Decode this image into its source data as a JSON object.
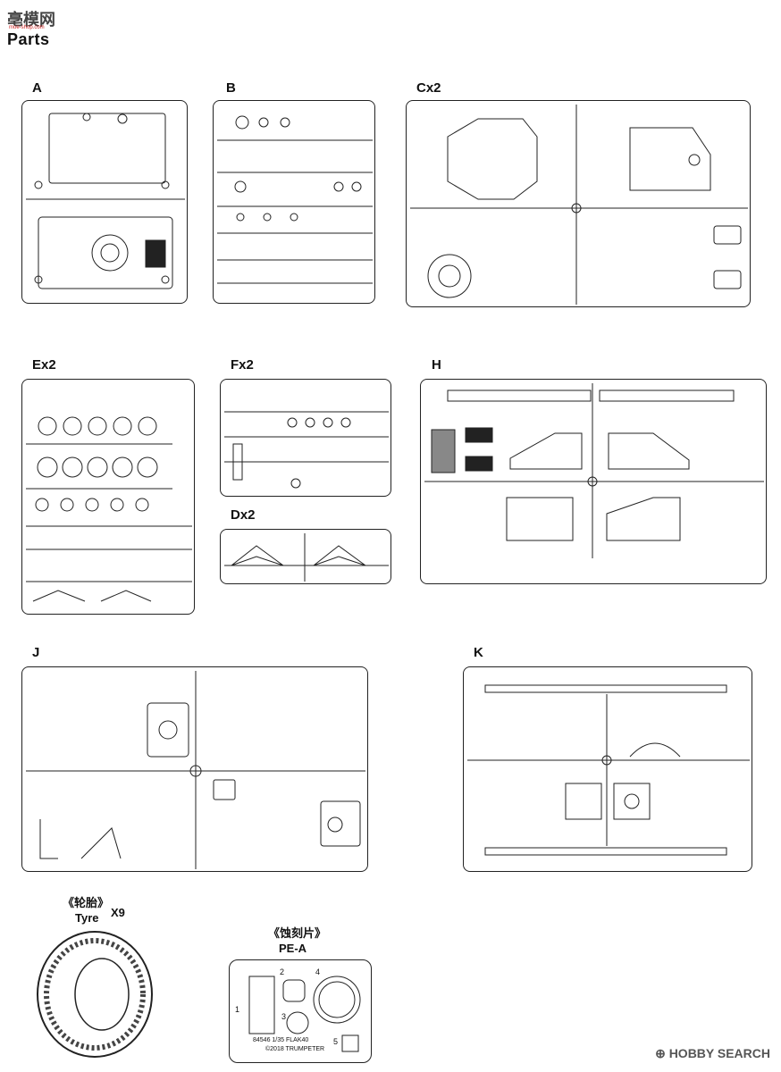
{
  "header": {
    "logo_text": "亳模网",
    "logo_sub": "moe-shop.com",
    "page_title": "Parts"
  },
  "sprues": [
    {
      "id": "A",
      "label": "A"
    },
    {
      "id": "B",
      "label": "B"
    },
    {
      "id": "C",
      "label": "Cx2"
    },
    {
      "id": "E",
      "label": "Ex2"
    },
    {
      "id": "F",
      "label": "Fx2"
    },
    {
      "id": "D",
      "label": "Dx2"
    },
    {
      "id": "H",
      "label": "H"
    },
    {
      "id": "J",
      "label": "J"
    },
    {
      "id": "K",
      "label": "K"
    }
  ],
  "tyre": {
    "title_cn": "《轮胎》",
    "title_en": "Tyre",
    "qty": "X9"
  },
  "pe": {
    "title_cn": "《蚀刻片》",
    "title_en": "PE-A",
    "numbers": [
      "1",
      "2",
      "3",
      "4",
      "5"
    ],
    "imprint_line1": "84546  1/35  FLAK40",
    "imprint_line2": "©2018  TRUMPETER"
  },
  "footer": {
    "brand": "HOBBY SEARCH"
  }
}
